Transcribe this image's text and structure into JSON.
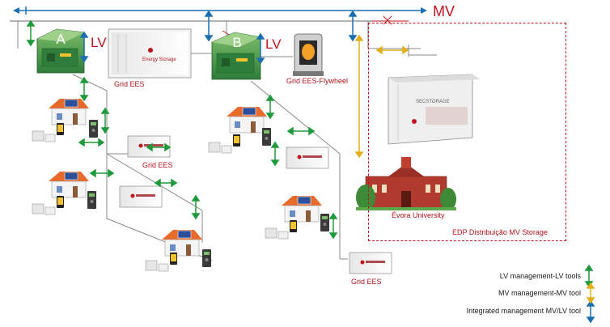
{
  "mv_label": "MV",
  "nodes": {
    "a": {
      "label": "A",
      "lv": "LV"
    },
    "b": {
      "label": "B",
      "lv": "LV"
    }
  },
  "storage": {
    "energy_storage_text": "Energy Storage",
    "grid_ees_top": "Grid EES",
    "grid_ees_flywheel": "Grid EES-Flywheel",
    "grid_ees_left": "Grid EES",
    "grid_ees_bottom": "Grid EES"
  },
  "mv_storage": {
    "container_brand": "SECSTORAGE",
    "university": "Évora University",
    "edp": "EDP Distribuição MV Storage"
  },
  "legend": [
    {
      "text": "LV management-LV tools",
      "color": "#1e9a3c"
    },
    {
      "text": "MV management-MV tool",
      "color": "#e2b01c"
    },
    {
      "text": "Integrated management MV/LV tool",
      "color": "#1a6fb0"
    }
  ],
  "colors": {
    "green": "#1e9a3c",
    "yellow": "#e2b01c",
    "blue": "#1a6fb0",
    "red": "#c0141e"
  }
}
